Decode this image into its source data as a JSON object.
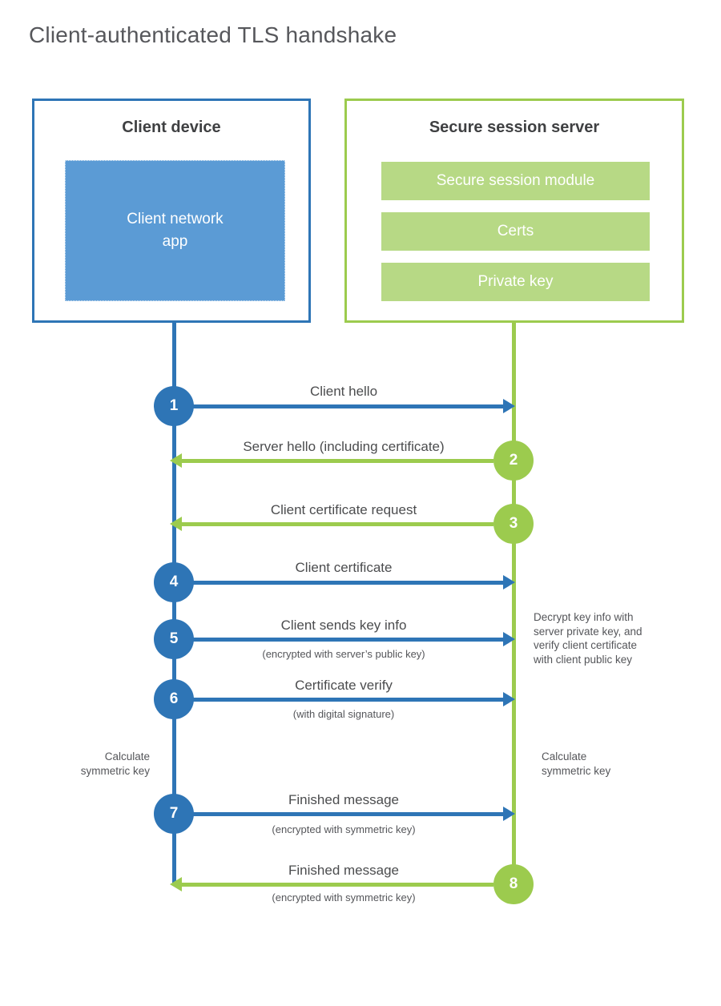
{
  "title": "Client-authenticated TLS handshake",
  "colors": {
    "blue": "#2e75b6",
    "blue_light": "#5b9bd5",
    "green": "#9ccb4e",
    "green_light": "#b7d985",
    "text_dark": "#3f4042",
    "text_gray": "#56575b"
  },
  "client": {
    "title": "Client device",
    "app_label": "Client network\napp"
  },
  "server": {
    "title": "Secure session server",
    "modules": [
      "Secure session module",
      "Certs",
      "Private key"
    ]
  },
  "steps": [
    {
      "num": "1",
      "label": "Client hello",
      "sub": "",
      "direction": "client-to-server"
    },
    {
      "num": "2",
      "label": "Server hello (including certificate)",
      "sub": "",
      "direction": "server-to-client"
    },
    {
      "num": "3",
      "label": "Client certificate request",
      "sub": "",
      "direction": "server-to-client"
    },
    {
      "num": "4",
      "label": "Client certificate",
      "sub": "",
      "direction": "client-to-server"
    },
    {
      "num": "5",
      "label": "Client sends key info",
      "sub": "(encrypted with server’s public key)",
      "direction": "client-to-server"
    },
    {
      "num": "6",
      "label": "Certificate verify",
      "sub": "(with digital signature)",
      "direction": "client-to-server"
    },
    {
      "num": "7",
      "label": "Finished message",
      "sub": "(encrypted with symmetric key)",
      "direction": "client-to-server"
    },
    {
      "num": "8",
      "label": "Finished message",
      "sub": "(encrypted with symmetric key)",
      "direction": "server-to-client"
    }
  ],
  "notes": {
    "decrypt": "Decrypt key info with\nserver private key, and\nverify client certificate\nwith client public key",
    "calc_left": "Calculate\nsymmetric key",
    "calc_right": "Calculate\nsymmetric key"
  }
}
